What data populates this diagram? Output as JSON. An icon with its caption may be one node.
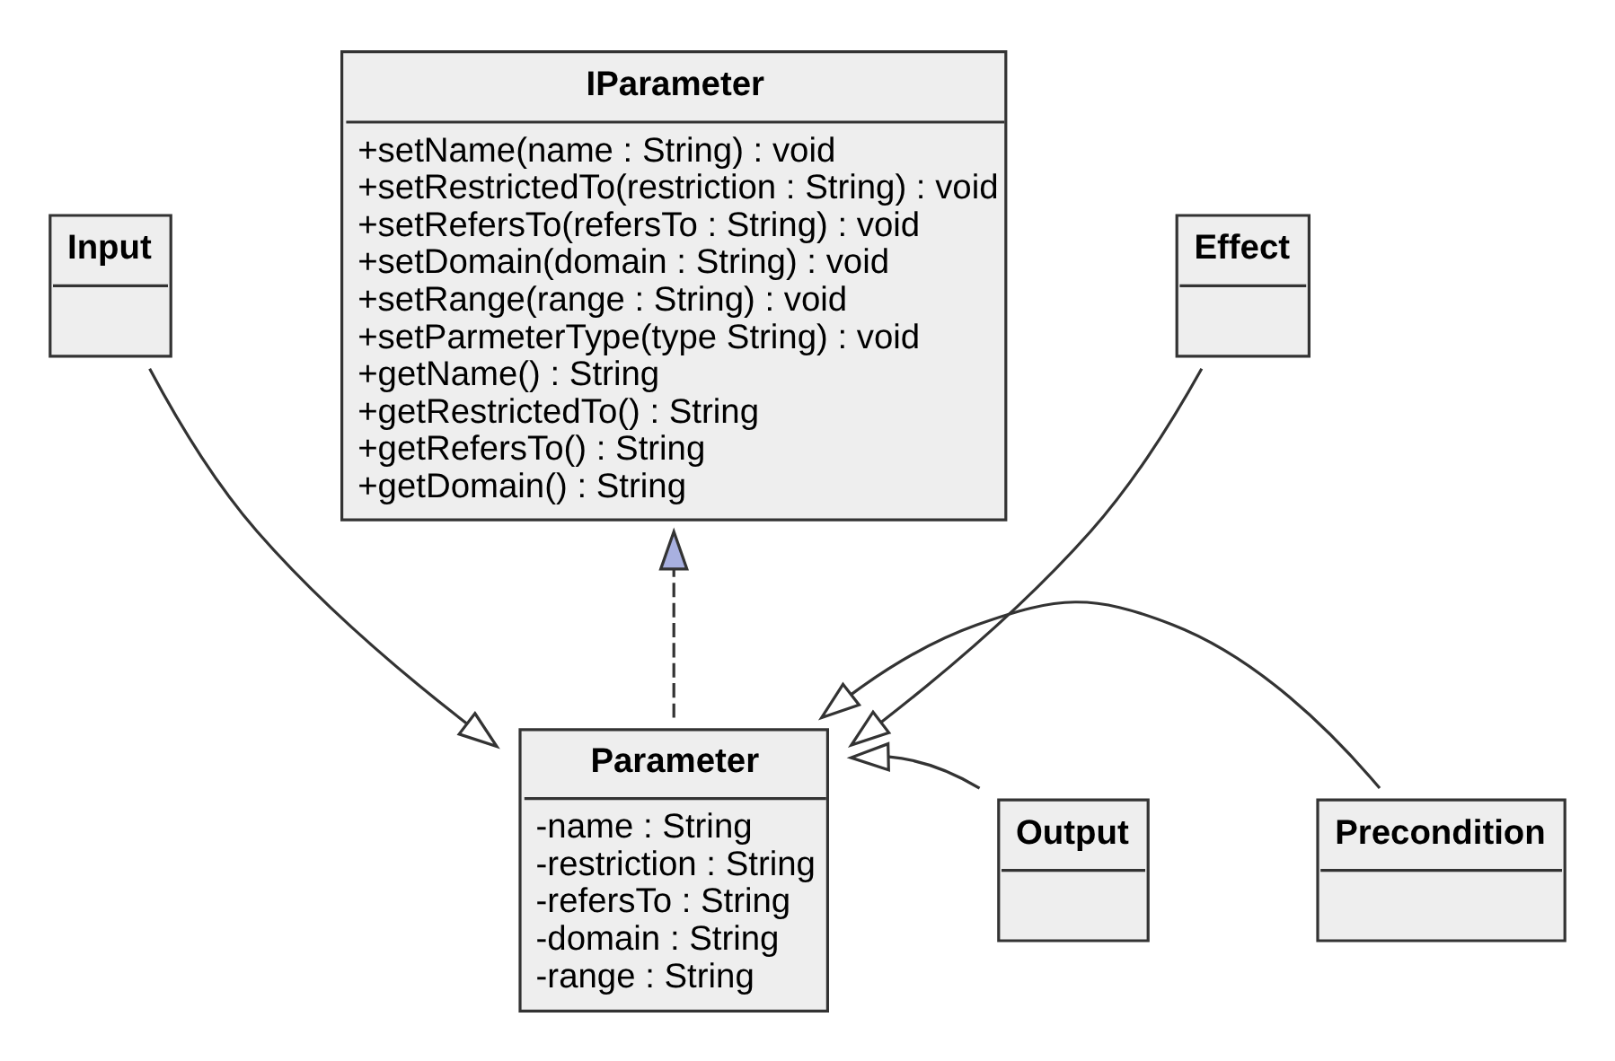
{
  "diagram": {
    "nodes": [
      {
        "text": [
          "Input"
        ]
      },
      {
        "text": [
          "IParameter",
          "+setName(name : String) : void",
          "+setRestrictedTo(restriction : String) : void",
          "+setRefersTo(refersTo : String) : void",
          "+setDomain(domain : String) : void",
          "+setRange(range : String) : void",
          "+setParmeterType(type String) : void",
          "+getName() : String",
          "+getRestrictedTo() : String",
          "+getRefersTo() : String",
          "+getDomain() : String"
        ]
      },
      {
        "text": [
          "Effect"
        ]
      },
      {
        "text": [
          "Parameter",
          "-name : String",
          "-restriction : String",
          "-refersTo : String",
          "-domain : String",
          "-range : String"
        ]
      },
      {
        "text": [
          "Output"
        ]
      },
      {
        "text": [
          "Precondition"
        ]
      }
    ],
    "edges": [
      {
        "from": 0,
        "to": 3,
        "arrow": "to"
      },
      {
        "from": 2,
        "to": 3,
        "arrow": "to"
      },
      {
        "from": 3,
        "to": 1,
        "arrow": "to",
        "style": "dashed"
      },
      {
        "from": 4,
        "to": 3,
        "arrow": "to"
      },
      {
        "from": 5,
        "to": 3,
        "arrow": "to"
      }
    ]
  }
}
